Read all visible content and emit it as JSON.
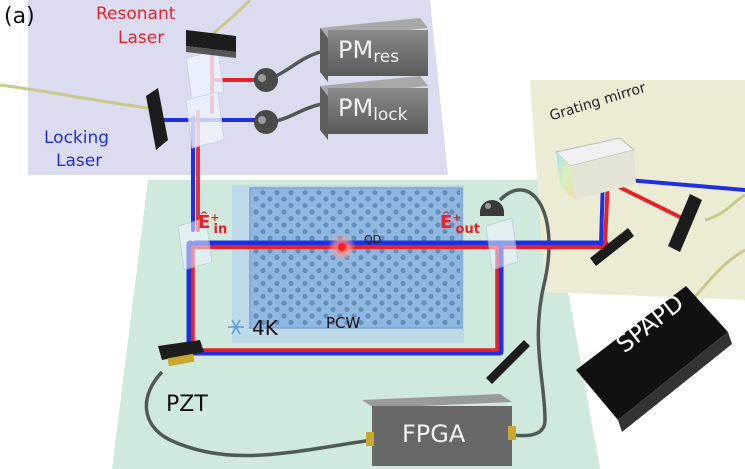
{
  "panel_label": "(a)",
  "resonant_laser": {
    "line1": "Resonant",
    "line2": "Laser"
  },
  "locking_laser": {
    "line1": "Locking",
    "line2": "Laser"
  },
  "pm_res": {
    "main": "PM",
    "sub": "res"
  },
  "pm_lock": {
    "main": "PM",
    "sub": "lock"
  },
  "grating_mirror": "Grating mirror",
  "e_in": {
    "main": "Ê",
    "sup": "+",
    "sub": "in"
  },
  "e_out": {
    "main": "Ê",
    "sup": "+",
    "sub": "out"
  },
  "qd": "QD",
  "temperature": "4K",
  "pcw": "PCW",
  "pzt": "PZT",
  "fpga": "FPGA",
  "spapd": "SPAPD",
  "colors": {
    "resonant": "#e8202a",
    "locking": "#2030e0",
    "table": "#cfe9dc",
    "top_panel": "#dcdcf0",
    "right_panel": "#ececd4",
    "pcw": "#8fb8e0"
  }
}
